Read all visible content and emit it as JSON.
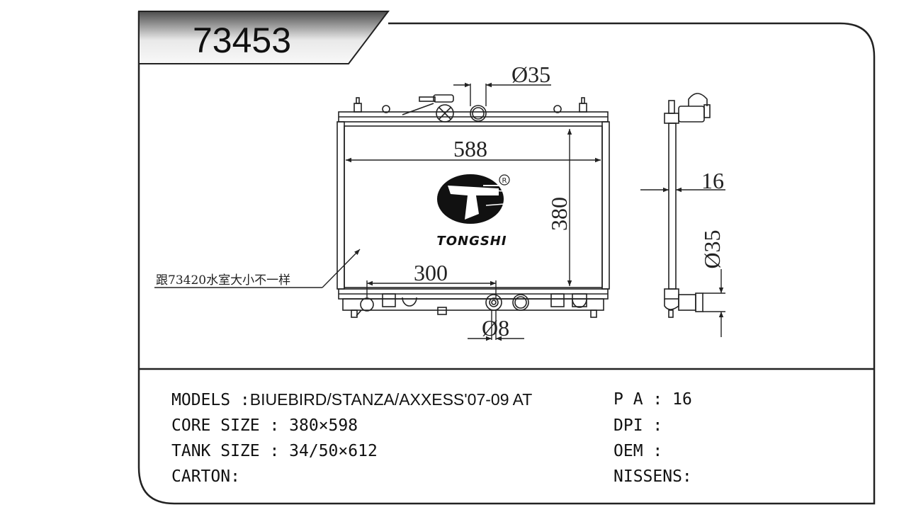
{
  "part_number": "73453",
  "brand": "TONGSHI",
  "registered_mark": "R",
  "note": "跟73420水室大小不一样",
  "dimensions": {
    "width": "588",
    "height": "380",
    "depth": "16",
    "inlet": "Ø35",
    "outlet": "Ø35",
    "drain": "Ø8",
    "offset": "300"
  },
  "specs_left": [
    {
      "label": "MODELS :",
      "value": "BIUEBIRD/STANZA/AXXESS'07-09 AT"
    },
    {
      "label": "CORE SIZE : ",
      "value": "380×598"
    },
    {
      "label": "TANK SIZE : ",
      "value": "34/50×612"
    },
    {
      "label": "CARTON:",
      "value": ""
    }
  ],
  "specs_right": [
    {
      "label": "P A : ",
      "value": "16"
    },
    {
      "label": "DPI :",
      "value": ""
    },
    {
      "label": "OEM :",
      "value": ""
    },
    {
      "label": "NISSENS:",
      "value": ""
    }
  ],
  "colors": {
    "outline": "#222222",
    "title_gradient_dark": "#5a5a5a",
    "title_gradient_light": "#f4f4f4"
  }
}
